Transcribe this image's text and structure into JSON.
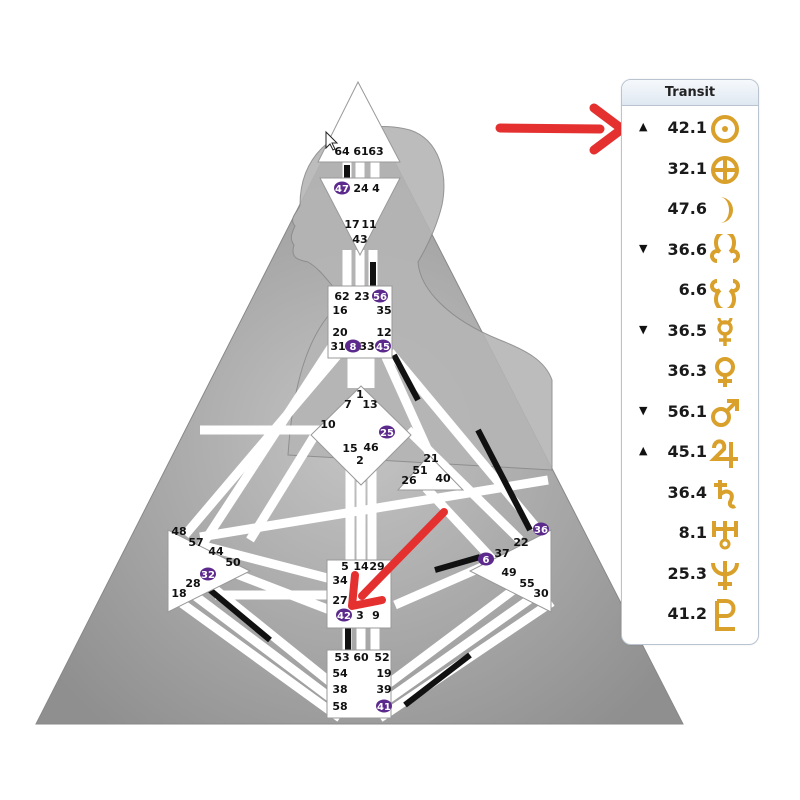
{
  "transit_panel": {
    "title": "Transit",
    "rows": [
      {
        "arrow": "▲",
        "value": "42.1",
        "planet": "sun-icon"
      },
      {
        "arrow": "",
        "value": "32.1",
        "planet": "earth-icon"
      },
      {
        "arrow": "",
        "value": "47.6",
        "planet": "moon-icon"
      },
      {
        "arrow": "▼",
        "value": "36.6",
        "planet": "north-node-icon"
      },
      {
        "arrow": "",
        "value": "6.6",
        "planet": "south-node-icon"
      },
      {
        "arrow": "▼",
        "value": "36.5",
        "planet": "mercury-icon"
      },
      {
        "arrow": "",
        "value": "36.3",
        "planet": "venus-icon"
      },
      {
        "arrow": "▼",
        "value": "56.1",
        "planet": "mars-icon"
      },
      {
        "arrow": "▲",
        "value": "45.1",
        "planet": "jupiter-icon"
      },
      {
        "arrow": "",
        "value": "36.4",
        "planet": "saturn-icon"
      },
      {
        "arrow": "",
        "value": "8.1",
        "planet": "uranus-icon"
      },
      {
        "arrow": "",
        "value": "25.3",
        "planet": "neptune-icon"
      },
      {
        "arrow": "",
        "value": "41.2",
        "planet": "pluto-icon"
      }
    ]
  },
  "gates": {
    "head": [
      "64",
      "61",
      "63"
    ],
    "ajna": [
      "47",
      "24",
      "4",
      "17",
      "11",
      "43"
    ],
    "throat": [
      "62",
      "23",
      "56",
      "16",
      "35",
      "20",
      "12",
      "31",
      "8",
      "33",
      "45"
    ],
    "g_center": [
      "1",
      "7",
      "13",
      "10",
      "25",
      "15",
      "46",
      "2"
    ],
    "ego": [
      "21",
      "51",
      "26",
      "40"
    ],
    "spleen": [
      "48",
      "57",
      "44",
      "50",
      "32",
      "28",
      "18"
    ],
    "solar_plexus": [
      "36",
      "22",
      "6",
      "37",
      "49",
      "55",
      "30"
    ],
    "sacral": [
      "5",
      "14",
      "29",
      "34",
      "27",
      "42",
      "3",
      "9"
    ],
    "root": [
      "53",
      "60",
      "52",
      "54",
      "19",
      "38",
      "39",
      "58",
      "41"
    ]
  },
  "activated_gates": [
    "47",
    "56",
    "8",
    "45",
    "25",
    "36",
    "6",
    "32",
    "42",
    "41"
  ],
  "colors": {
    "activation_purple": "#5b2a8c",
    "defined_channel_black": "#111111",
    "annotation_red": "#e53030",
    "glyph_gold": "#d9a12c"
  }
}
